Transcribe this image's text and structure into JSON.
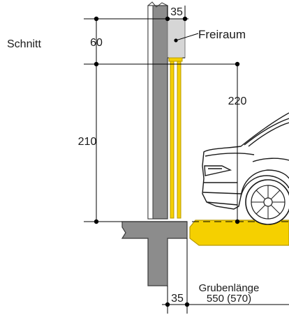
{
  "drawing": {
    "section_label": "Schnitt",
    "clearance_label": "Freiraum",
    "pit_length_label": "Grubenlänge",
    "pit_length_value": "550 (570)"
  },
  "dimensions": {
    "top_gap": "60",
    "lower_height": "210",
    "vehicle_clearance": "220",
    "top_width": "35",
    "bottom_width": "35"
  },
  "colors": {
    "wall": "#8c8c8c",
    "wall_dark": "#4a4a4a",
    "clearance": "#d6d6d6",
    "yellow": "#f5d000",
    "yellow_dark": "#b89a00",
    "dim_line": "#000000"
  }
}
